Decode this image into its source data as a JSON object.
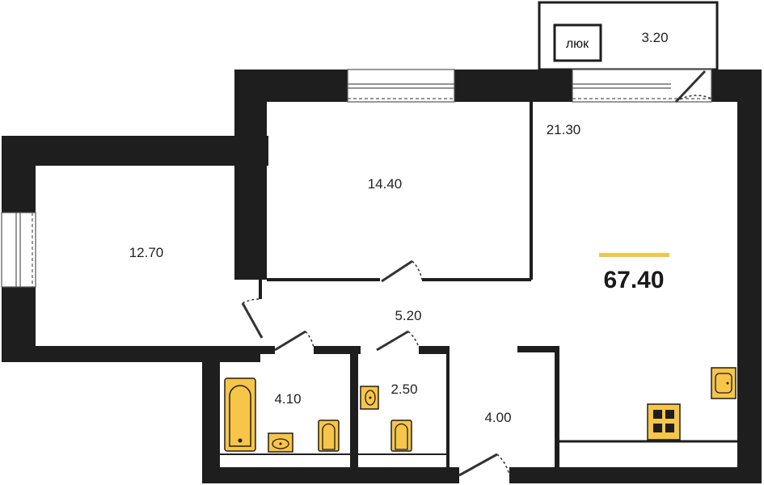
{
  "rooms": [
    {
      "id": "living-room",
      "area": "12.70"
    },
    {
      "id": "bedroom",
      "area": "14.40"
    },
    {
      "id": "kitchen-living",
      "area": "21.30"
    },
    {
      "id": "hallway",
      "area": "5.20"
    },
    {
      "id": "bathroom",
      "area": "4.10"
    },
    {
      "id": "toilet",
      "area": "2.50"
    },
    {
      "id": "entrance",
      "area": "4.00"
    },
    {
      "id": "balcony",
      "area": "3.20"
    }
  ],
  "total_area": "67.40",
  "hatch_label": "люк",
  "colors": {
    "wall": "#1e1e1e",
    "accent": "#f5c542",
    "fixture_fill": "#f7c548",
    "line": "#333333"
  },
  "icons": [
    "window-icon",
    "door-icon",
    "bathtub-icon",
    "sink-icon",
    "toilet-icon",
    "stove-icon",
    "hatch-icon"
  ]
}
